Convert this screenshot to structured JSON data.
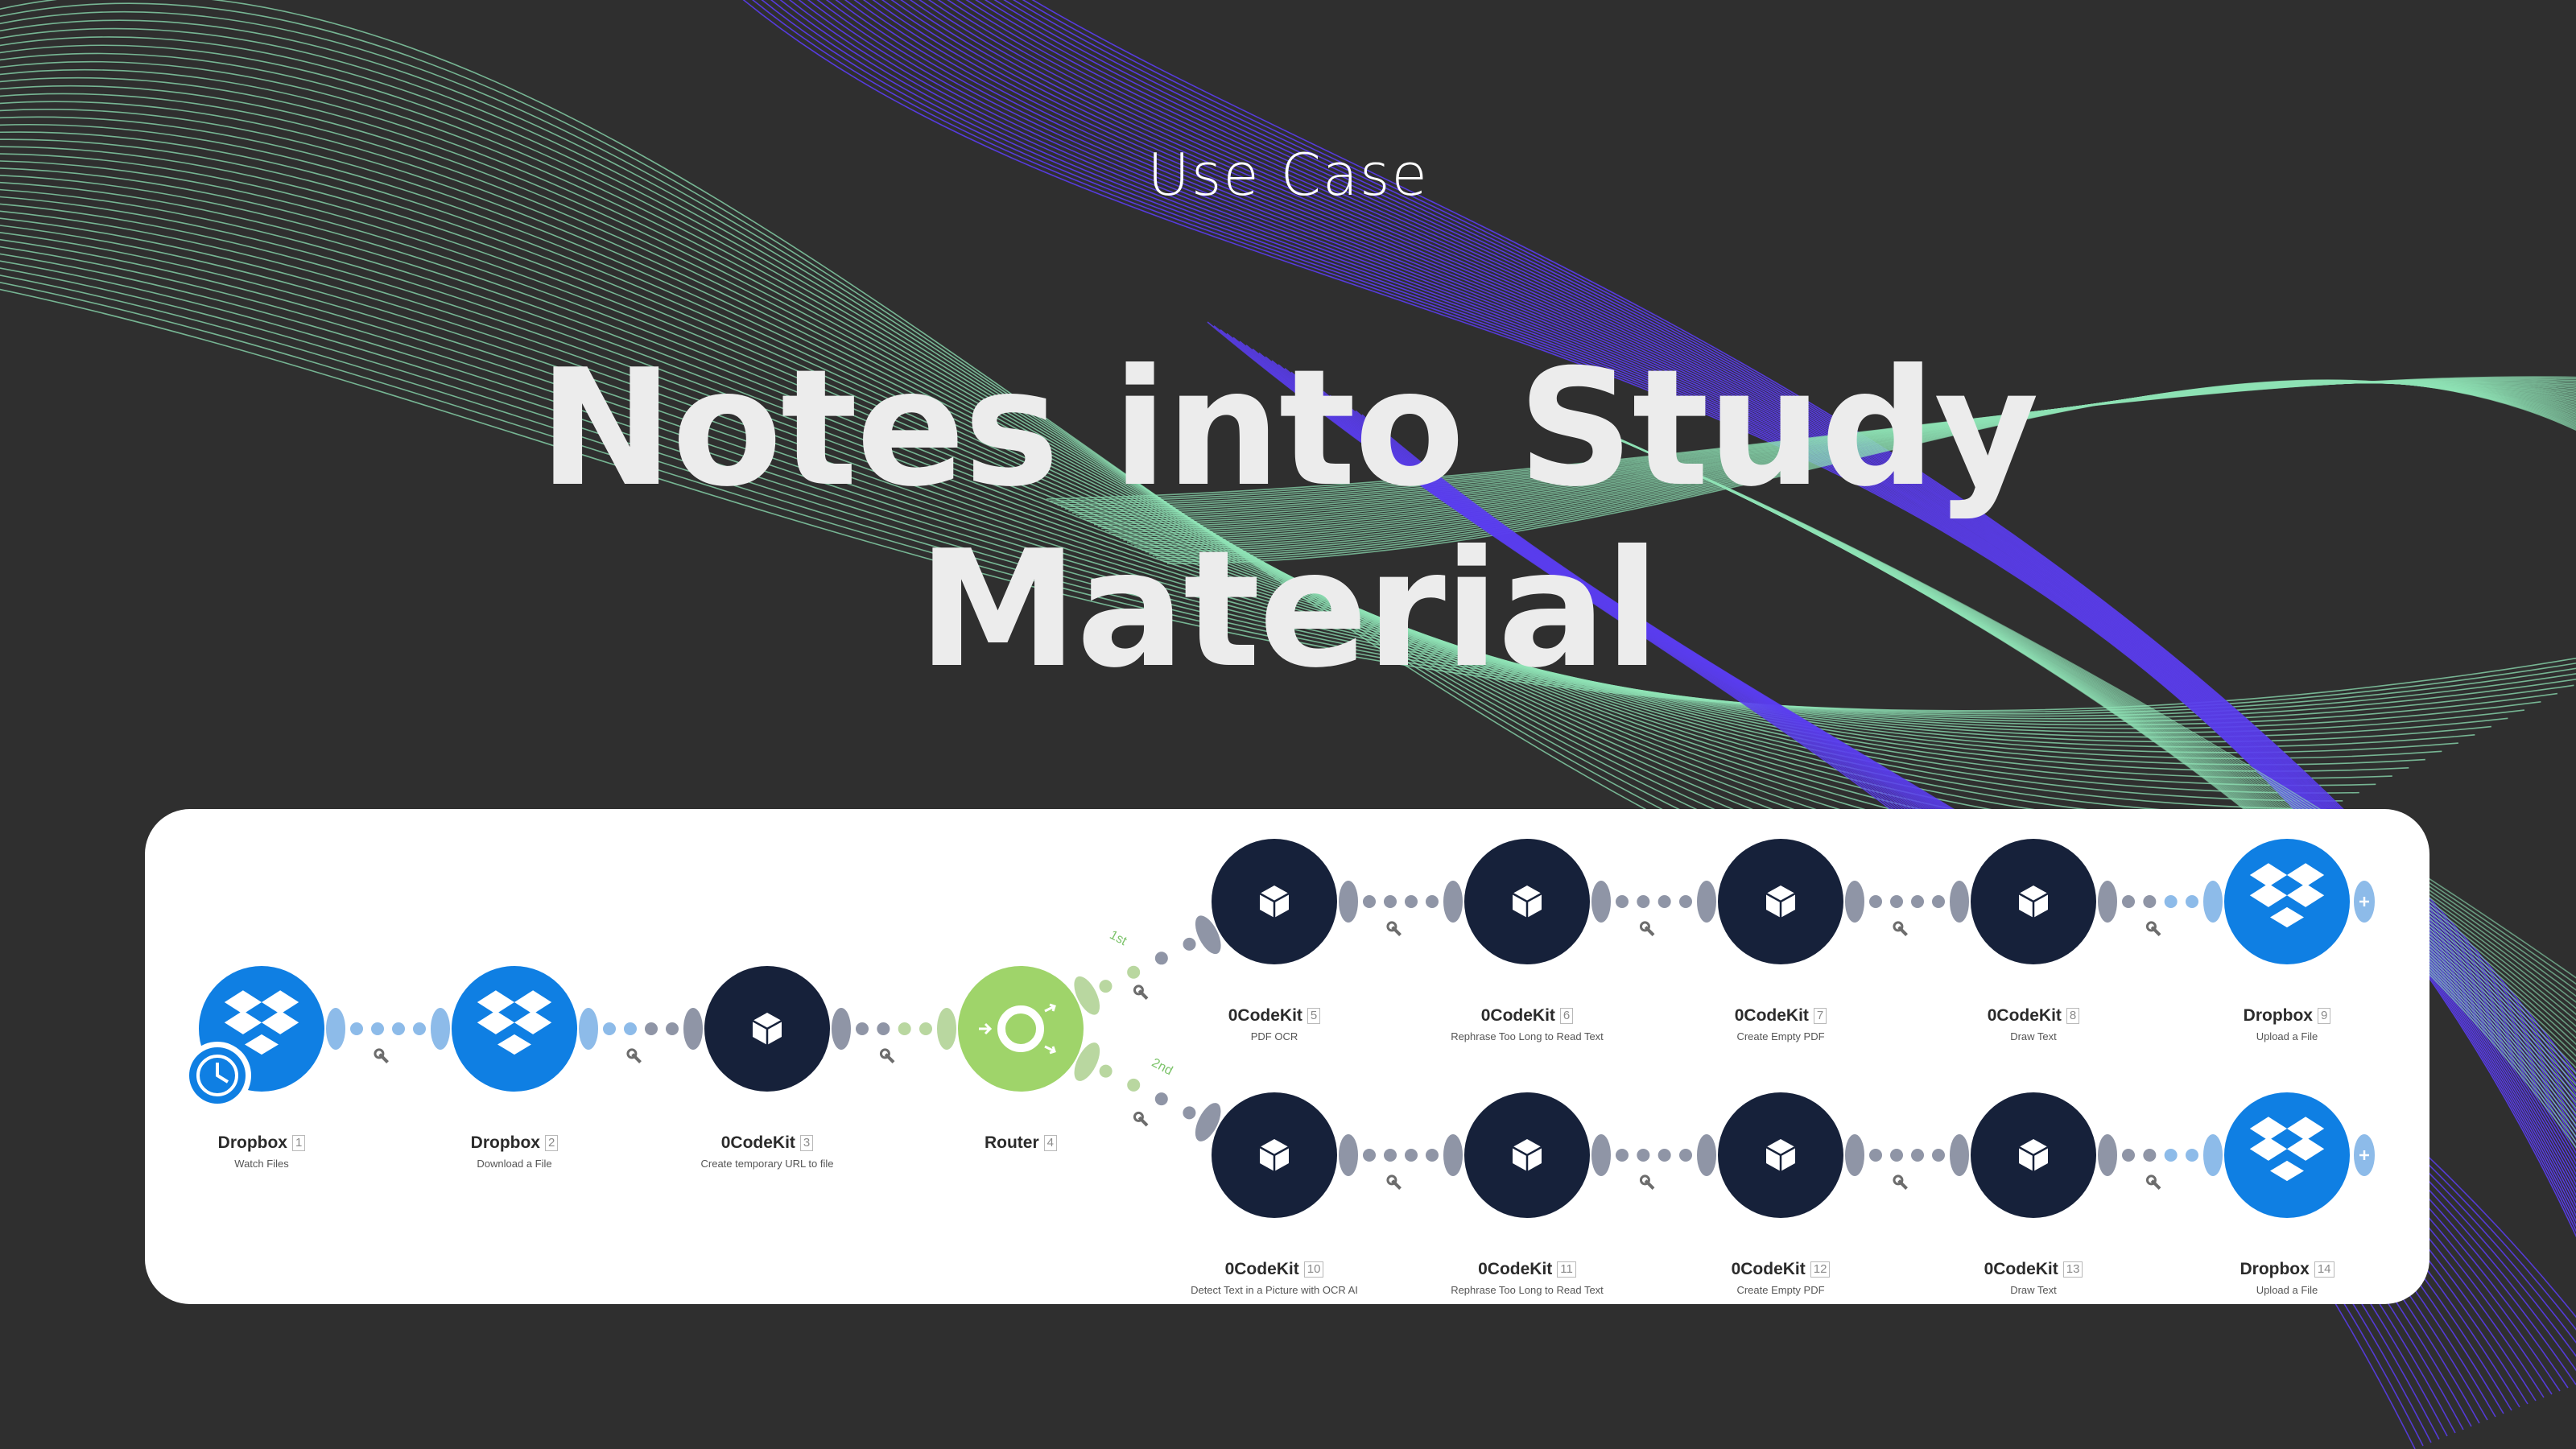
{
  "header": {
    "eyebrow": "Use Case",
    "title_line1": "Notes into Study",
    "title_line2": "Material"
  },
  "colors": {
    "background": "#2f2f2f",
    "wave_green": "#8fe3b5",
    "wave_purple": "#5b3df0",
    "dropbox_blue": "#0f7fe3",
    "ocodekit_navy": "#16213a",
    "router_green": "#9fd46a",
    "connector_gray": "#8f95a6"
  },
  "flow": {
    "route_labels": {
      "first": "1st",
      "second": "2nd"
    },
    "nodes": [
      {
        "app": "Dropbox",
        "num": "1",
        "action": "Watch Files",
        "icon": "dropbox-icon"
      },
      {
        "app": "Dropbox",
        "num": "2",
        "action": "Download a File",
        "icon": "dropbox-icon"
      },
      {
        "app": "0CodeKit",
        "num": "3",
        "action": "Create temporary URL to file",
        "icon": "cube-icon"
      },
      {
        "app": "Router",
        "num": "4",
        "action": "",
        "icon": "router-icon"
      },
      {
        "app": "0CodeKit",
        "num": "5",
        "action": "PDF OCR",
        "icon": "cube-icon"
      },
      {
        "app": "0CodeKit",
        "num": "6",
        "action": "Rephrase Too Long to Read Text",
        "icon": "cube-icon"
      },
      {
        "app": "0CodeKit",
        "num": "7",
        "action": "Create Empty PDF",
        "icon": "cube-icon"
      },
      {
        "app": "0CodeKit",
        "num": "8",
        "action": "Draw Text",
        "icon": "cube-icon"
      },
      {
        "app": "Dropbox",
        "num": "9",
        "action": "Upload a File",
        "icon": "dropbox-icon"
      },
      {
        "app": "0CodeKit",
        "num": "10",
        "action": "Detect Text in a Picture with OCR AI",
        "icon": "cube-icon"
      },
      {
        "app": "0CodeKit",
        "num": "11",
        "action": "Rephrase Too Long to Read Text",
        "icon": "cube-icon"
      },
      {
        "app": "0CodeKit",
        "num": "12",
        "action": "Create Empty PDF",
        "icon": "cube-icon"
      },
      {
        "app": "0CodeKit",
        "num": "13",
        "action": "Draw Text",
        "icon": "cube-icon"
      },
      {
        "app": "Dropbox",
        "num": "14",
        "action": "Upload a File",
        "icon": "dropbox-icon"
      }
    ]
  }
}
